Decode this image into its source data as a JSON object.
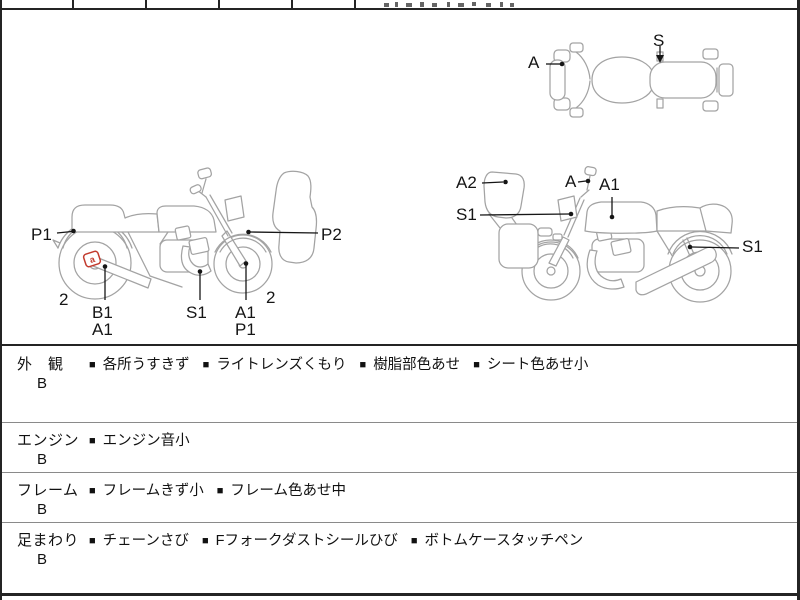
{
  "sheet": {
    "bullet": "■",
    "grade_rows": [
      {
        "category": "外　観",
        "grade": "B",
        "items": [
          "各所うすきず",
          "ライトレンズくもり",
          "樹脂部色あせ",
          "シート色あせ小"
        ]
      },
      {
        "category": "エンジン",
        "grade": "B",
        "items": [
          "エンジン音小"
        ]
      },
      {
        "category": "フレーム",
        "grade": "B",
        "items": [
          "フレームきず小",
          "フレーム色あせ中"
        ]
      },
      {
        "category": "足まわり",
        "grade": "B",
        "items": [
          "チェーンさび",
          "Fフォークダストシールひび",
          "ボトムケースタッチペン"
        ]
      }
    ]
  },
  "diagram": {
    "top_view_labels": {
      "a": "A",
      "s": "S"
    },
    "left_view_labels": {
      "p1_rear": "P1",
      "two_left": "2",
      "b1": "B1",
      "a1_left": "A1",
      "s1": "S1",
      "a1_right": "A1",
      "p1_front": "P1",
      "two_right": "2",
      "p2": "P2"
    },
    "right_view_labels": {
      "a2": "A2",
      "s1_left": "S1",
      "a": "A",
      "a1": "A1",
      "s1_right": "S1"
    },
    "damage_marker": {
      "letter": "a",
      "color": "#c23b2e"
    }
  },
  "colors": {
    "line_art": "#a3a3a3",
    "leader": "#161616",
    "border": "#242424",
    "divider": "#8a8a8a",
    "marker_red": "#c23b2e"
  }
}
